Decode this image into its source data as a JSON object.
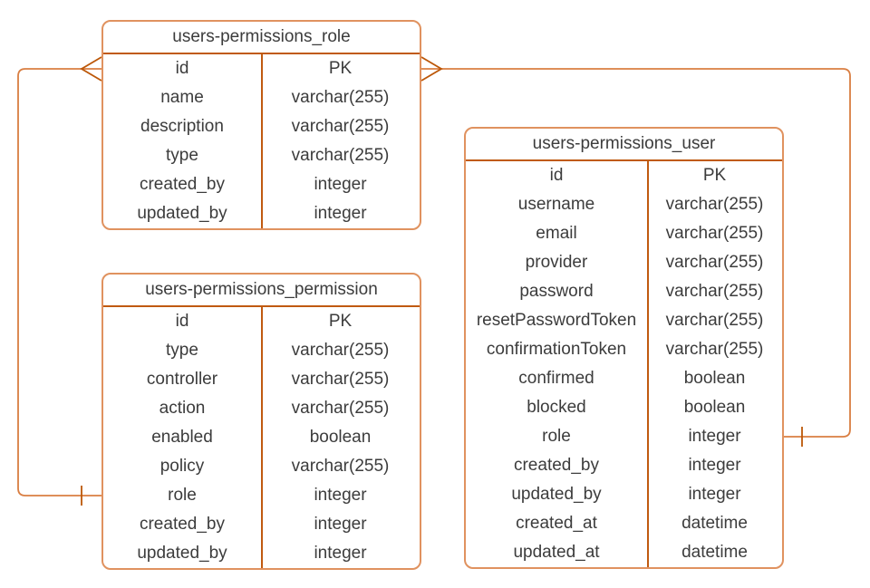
{
  "diagram": {
    "type": "entity-relationship",
    "background_color": "#ffffff",
    "line_color_dark": "#C05A10",
    "line_color_light": "#D97E42",
    "border_color": "#E0925F",
    "text_color": "#3c3c3c",
    "tables": [
      {
        "title": "users-permissions_role",
        "fields": [
          {
            "name": "id",
            "type": "PK"
          },
          {
            "name": "name",
            "type": "varchar(255)"
          },
          {
            "name": "description",
            "type": "varchar(255)"
          },
          {
            "name": "type",
            "type": "varchar(255)"
          },
          {
            "name": "created_by",
            "type": "integer"
          },
          {
            "name": "updated_by",
            "type": "integer"
          }
        ]
      },
      {
        "title": "users-permissions_permission",
        "fields": [
          {
            "name": "id",
            "type": "PK"
          },
          {
            "name": "type",
            "type": "varchar(255)"
          },
          {
            "name": "controller",
            "type": "varchar(255)"
          },
          {
            "name": "action",
            "type": "varchar(255)"
          },
          {
            "name": "enabled",
            "type": "boolean"
          },
          {
            "name": "policy",
            "type": "varchar(255)"
          },
          {
            "name": "role",
            "type": "integer"
          },
          {
            "name": "created_by",
            "type": "integer"
          },
          {
            "name": "updated_by",
            "type": "integer"
          }
        ]
      },
      {
        "title": "users-permissions_user",
        "fields": [
          {
            "name": "id",
            "type": "PK"
          },
          {
            "name": "username",
            "type": "varchar(255)"
          },
          {
            "name": "email",
            "type": "varchar(255)"
          },
          {
            "name": "provider",
            "type": "varchar(255)"
          },
          {
            "name": "password",
            "type": "varchar(255)"
          },
          {
            "name": "resetPasswordToken",
            "type": "varchar(255)"
          },
          {
            "name": "confirmationToken",
            "type": "varchar(255)"
          },
          {
            "name": "confirmed",
            "type": "boolean"
          },
          {
            "name": "blocked",
            "type": "boolean"
          },
          {
            "name": "role",
            "type": "integer"
          },
          {
            "name": "created_by",
            "type": "integer"
          },
          {
            "name": "updated_by",
            "type": "integer"
          },
          {
            "name": "created_at",
            "type": "datetime"
          },
          {
            "name": "updated_at",
            "type": "datetime"
          }
        ]
      }
    ],
    "relationships": [
      {
        "from_table": "users-permissions_role",
        "from_field": "id",
        "from_cardinality": "many",
        "to_table": "users-permissions_permission",
        "to_field": "role",
        "to_cardinality": "one",
        "notation": "crow-foot"
      },
      {
        "from_table": "users-permissions_role",
        "from_field": "id",
        "from_cardinality": "many",
        "to_table": "users-permissions_user",
        "to_field": "role",
        "to_cardinality": "one",
        "notation": "crow-foot"
      }
    ]
  }
}
